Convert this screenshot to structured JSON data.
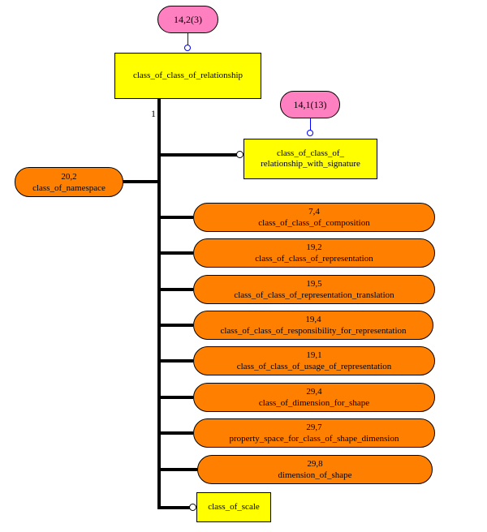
{
  "top_ref": {
    "label": "14,2(3)",
    "color": "#ff80c0"
  },
  "main_entity": {
    "label": "class_of_class_of_relationship",
    "color": "#ffff00"
  },
  "cardinality": "1",
  "sig_ref": {
    "label": "14,1(13)",
    "color": "#ff80c0"
  },
  "sig_entity": {
    "line1": "class_of_class_of_",
    "line2": "relationship_with_signature",
    "color": "#ffff00"
  },
  "supertype": {
    "ref": "20,2",
    "name": "class_of_namespace",
    "color": "#ff8000"
  },
  "subtypes": [
    {
      "ref": "7,4",
      "name": "class_of_class_of_composition"
    },
    {
      "ref": "19,2",
      "name": "class_of_class_of_representation"
    },
    {
      "ref": "19,5",
      "name": "class_of_class_of_representation_translation"
    },
    {
      "ref": "19,4",
      "name": "class_of_class_of_responsibility_for_representation"
    },
    {
      "ref": "19,1",
      "name": "class_of_class_of_usage_of_representation"
    },
    {
      "ref": "29,4",
      "name": "class_of_dimension_for_shape"
    },
    {
      "ref": "29,7",
      "name": "property_space_for_class_of_shape_dimension"
    },
    {
      "ref": "29,8",
      "name": "dimension_of_shape"
    }
  ],
  "bottom_entity": {
    "label": "class_of_scale",
    "color": "#ffff00"
  },
  "colors": {
    "entity": "#ffff00",
    "reference": "#ff80c0",
    "subtype": "#ff8000",
    "connector": "#0000ff",
    "line": "#000000"
  }
}
